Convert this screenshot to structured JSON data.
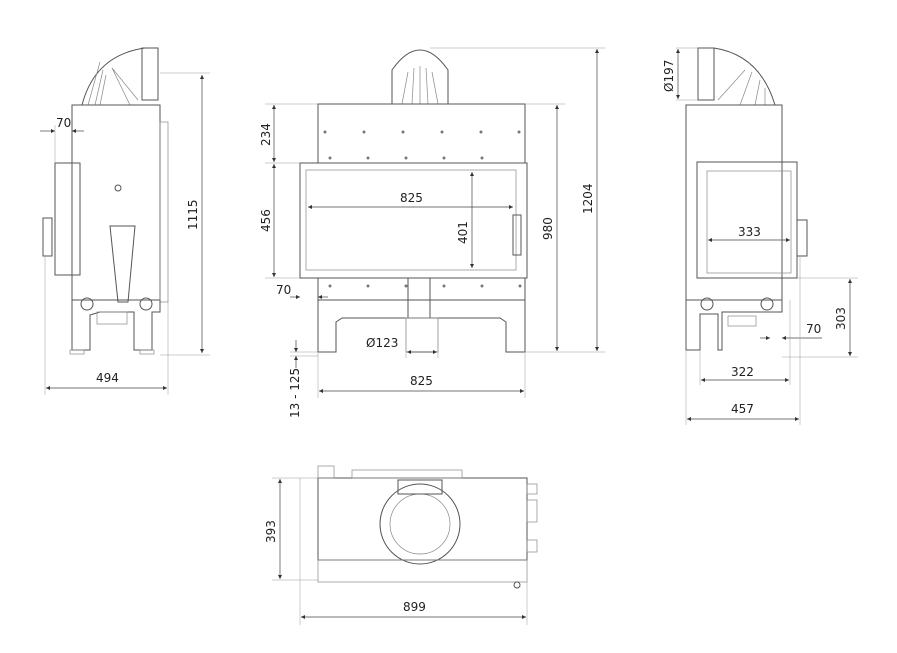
{
  "side_view_left": {
    "depth_offset": "70",
    "width": "494",
    "height": "1115"
  },
  "front_view": {
    "top_panel_height": "234",
    "door_height": "456",
    "bottom_offset": "70",
    "leg_adjust": "13 - 125",
    "glass_width": "825",
    "glass_height": "401",
    "body_height": "980",
    "total_height": "1204",
    "air_inlet_diameter": "Ø123",
    "base_width": "825"
  },
  "side_view_right": {
    "flue_diameter": "Ø197",
    "glass_width": "333",
    "inlet_height": "303",
    "inlet_offset": "70",
    "base_depth": "322",
    "total_depth": "457"
  },
  "top_view": {
    "depth": "393",
    "width": "899"
  },
  "colors": {
    "line": "#555555",
    "dimension": "#444444"
  }
}
